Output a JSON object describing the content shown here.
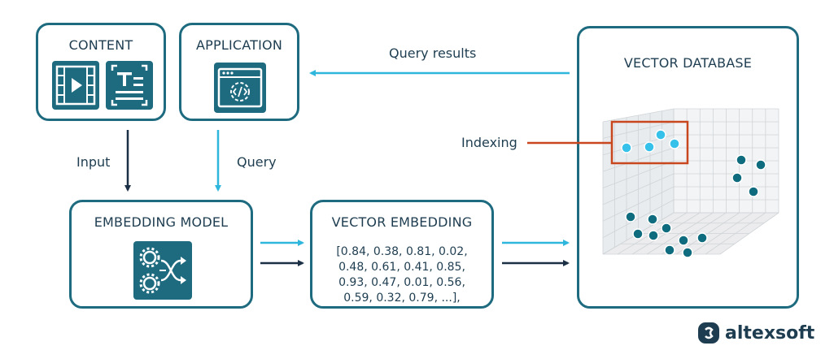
{
  "nodes": {
    "content": {
      "title": "CONTENT"
    },
    "application": {
      "title": "APPLICATION"
    },
    "embedding_model": {
      "title": "EMBEDDING MODEL"
    },
    "vector_embedding": {
      "title": "VECTOR EMBEDDING",
      "lines": [
        "[0.84, 0.38, 0.81, 0.02,",
        "0.48, 0.61, 0.41, 0.85,",
        "0.93, 0.47, 0.01, 0.56,",
        "0.59, 0.32, 0.79, ...],"
      ]
    },
    "vector_database": {
      "title": "VECTOR DATABASE"
    }
  },
  "edges": {
    "input": "Input",
    "query": "Query",
    "query_results": "Query results",
    "indexing": "Indexing"
  },
  "colors": {
    "teal_border": "#1e6b80",
    "light_arrow": "#2fb6dd",
    "dark_arrow": "#1b2f45",
    "index_box": "#c8471f",
    "highlight_point": "#36c1eb",
    "cluster_point": "#0f6b7e"
  },
  "brand": {
    "name": "altexsoft"
  },
  "icons": {
    "content": [
      "video-file-icon",
      "text-document-icon"
    ],
    "application": "code-window-icon",
    "embedding_model": "gears-flow-icon",
    "logo": "altexsoft-logo-icon"
  }
}
